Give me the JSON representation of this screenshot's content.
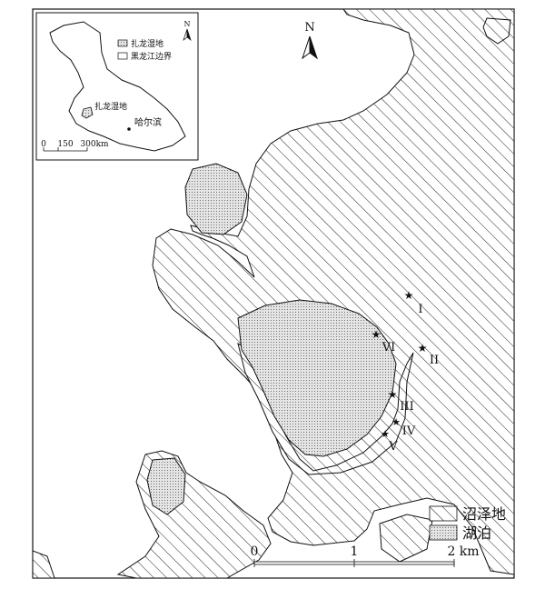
{
  "north_arrow": {
    "label": "N"
  },
  "inset": {
    "north_label": "N",
    "legend": [
      {
        "label": "扎龙湿地",
        "pattern": "dots"
      },
      {
        "label": "黑龙江边界",
        "pattern": "outline"
      }
    ],
    "wetland_label": "扎龙湿地",
    "city_label": "哈尔滨",
    "scalebar": {
      "labels": [
        "0",
        "150",
        "300km"
      ]
    }
  },
  "sites": [
    {
      "id": "I",
      "label": "I"
    },
    {
      "id": "II",
      "label": "II"
    },
    {
      "id": "III",
      "label": "III"
    },
    {
      "id": "IV",
      "label": "IV"
    },
    {
      "id": "V",
      "label": "V"
    },
    {
      "id": "VI",
      "label": "VI"
    }
  ],
  "legend": [
    {
      "label": "沼泽地",
      "pattern": "hatch"
    },
    {
      "label": "湖泊",
      "pattern": "dots"
    }
  ],
  "scalebar": {
    "labels": [
      "0",
      "1",
      "2 km"
    ]
  },
  "colors": {
    "line": "#111111",
    "background": "#ffffff"
  }
}
